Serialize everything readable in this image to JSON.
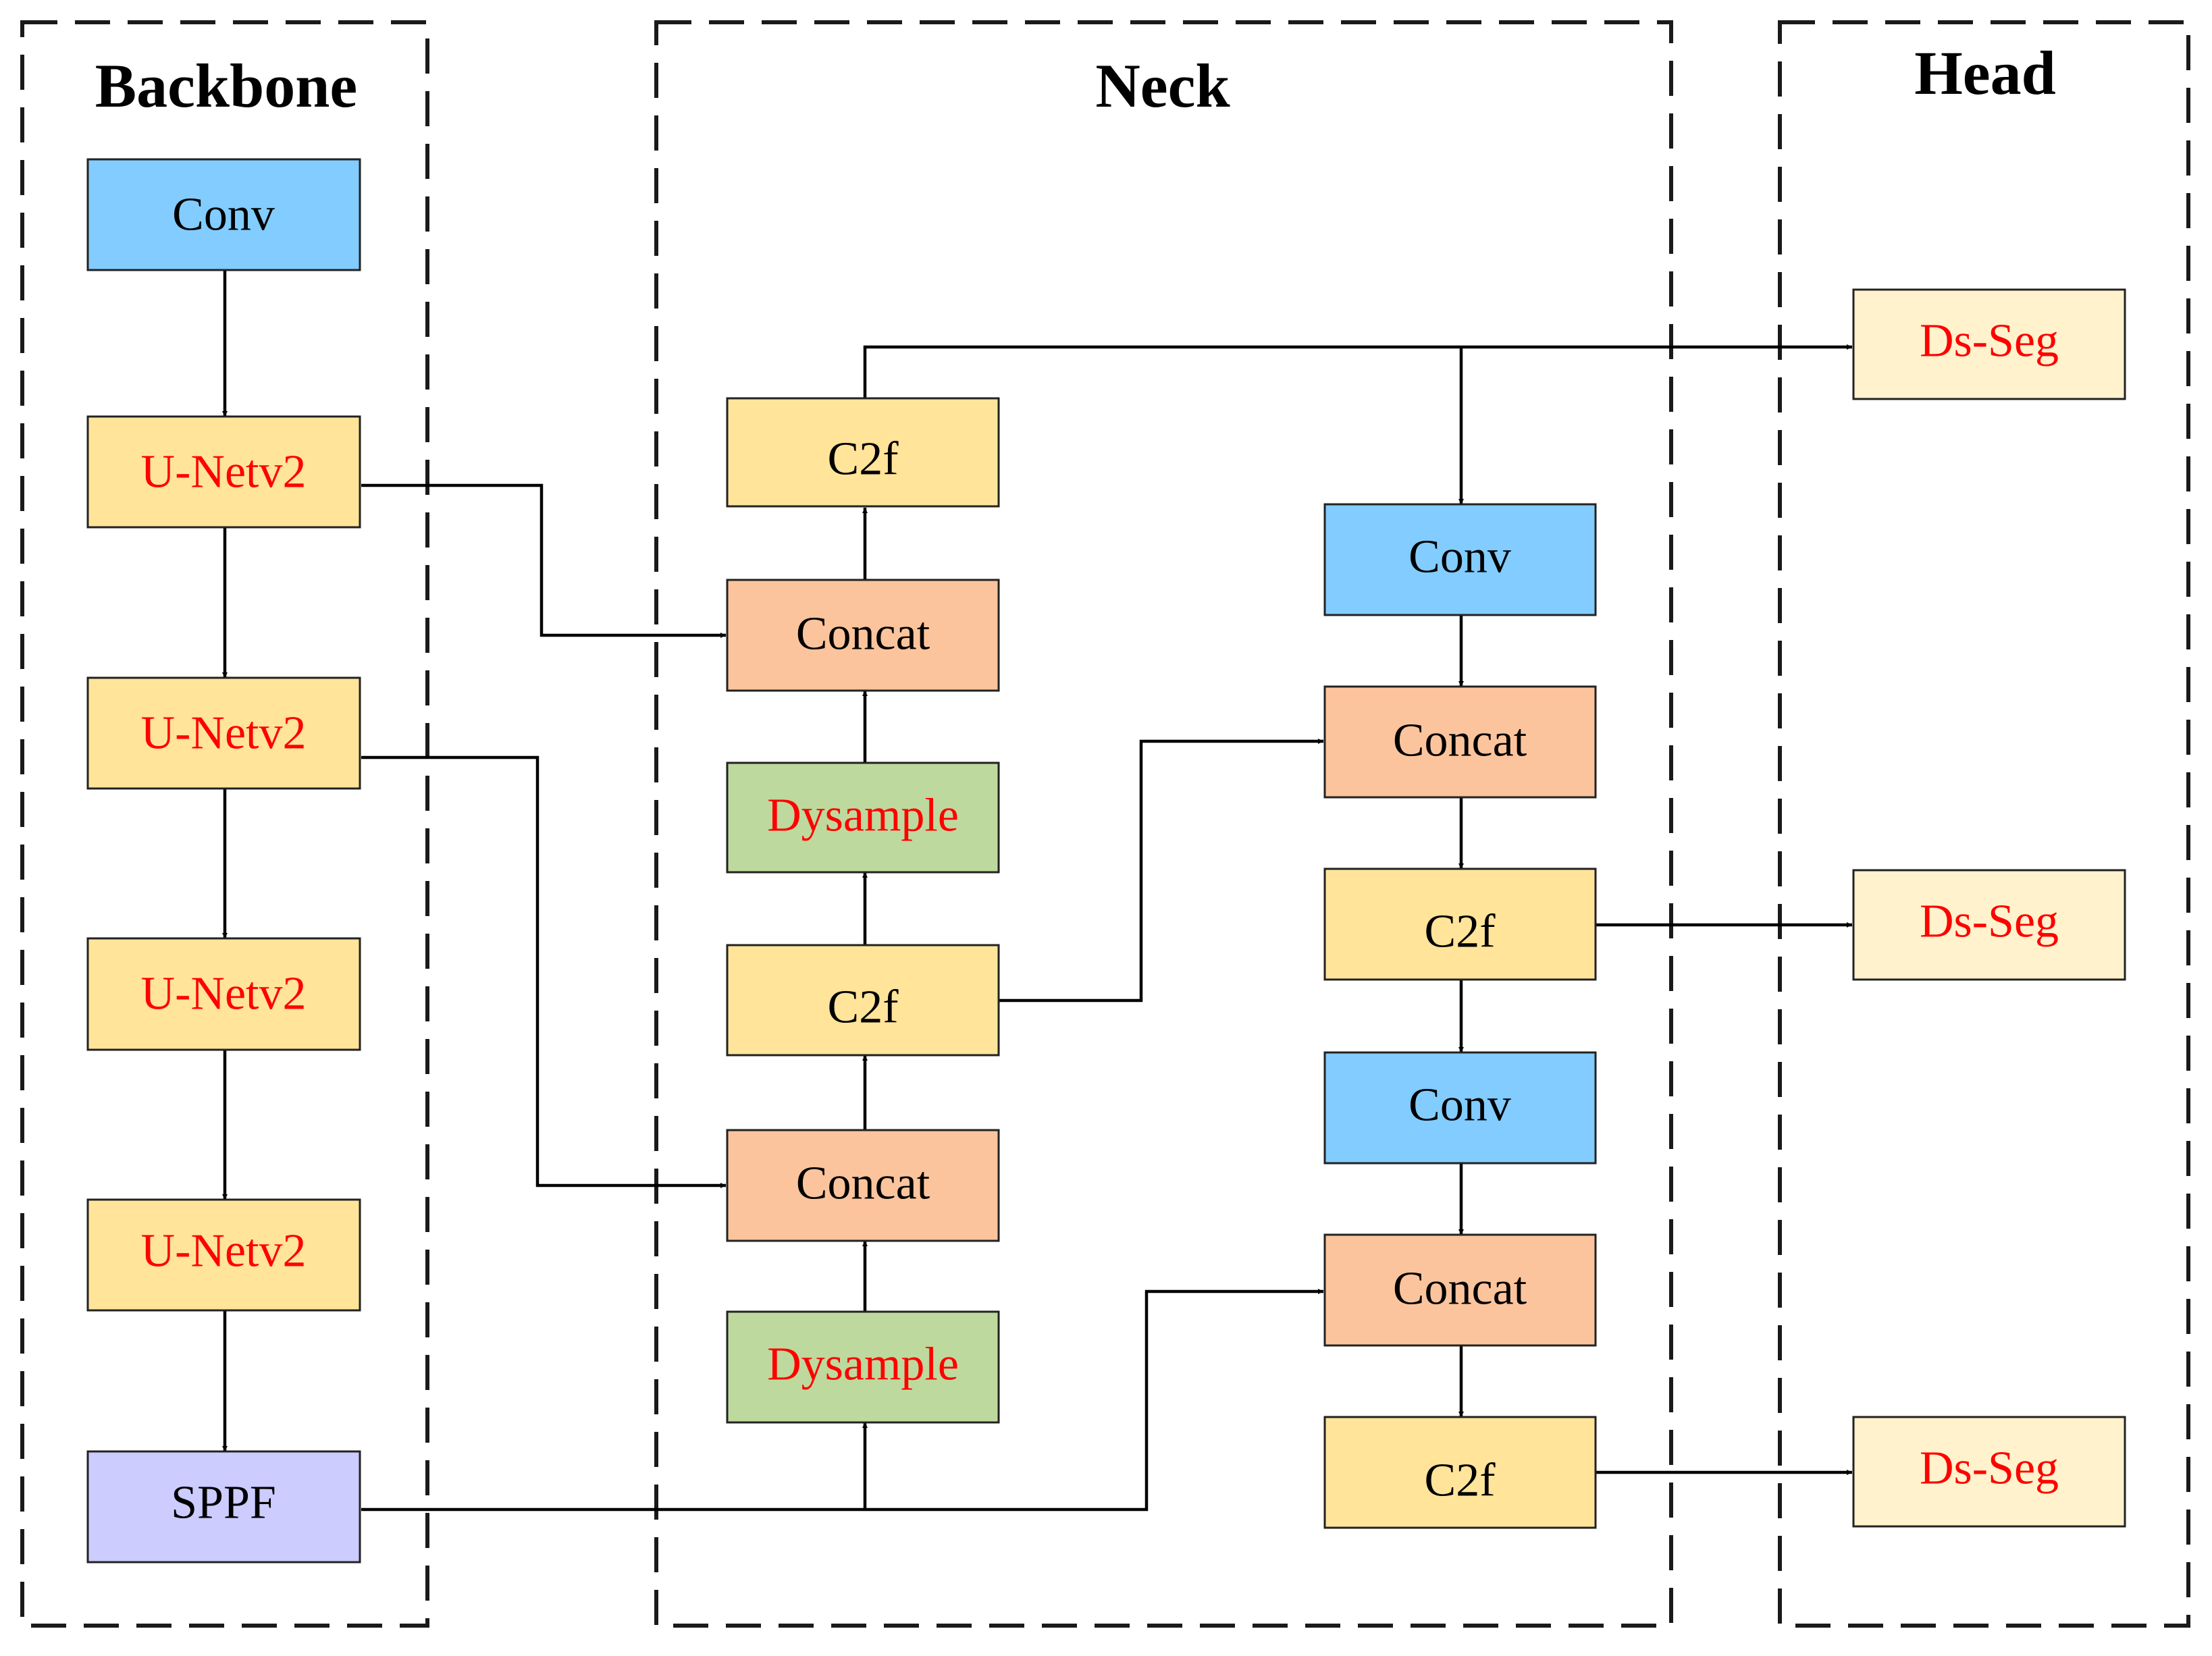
{
  "sections": {
    "backbone": "Backbone",
    "neck": "Neck",
    "head": "Head"
  },
  "colors": {
    "conv": "#82CCFF",
    "unet": "#FFE49A",
    "c2f": "#FFE49A",
    "concat": "#FCC49C",
    "dysample": "#BED99E",
    "sppf": "#CCCCFF",
    "dsseg": "#FFF2CC",
    "text_black": "#000000",
    "text_red": "#FF0000"
  },
  "nodes": {
    "bb_conv": "Conv",
    "bb_unet1": "U-Netv2",
    "bb_unet2": "U-Netv2",
    "bb_unet3": "U-Netv2",
    "bb_unet4": "U-Netv2",
    "bb_sppf": "SPPF",
    "nk_c2f_top": "C2f",
    "nk_concat_upper": "Concat",
    "nk_dysample_upper": "Dysample",
    "nk_c2f_mid": "C2f",
    "nk_concat_lower": "Concat",
    "nk_dysample_lower": "Dysample",
    "nk_conv_1": "Conv",
    "nk_concat_r1": "Concat",
    "nk_c2f_r1": "C2f",
    "nk_conv_2": "Conv",
    "nk_concat_r2": "Concat",
    "nk_c2f_r2": "C2f",
    "hd_seg_1": "Ds-Seg",
    "hd_seg_2": "Ds-Seg",
    "hd_seg_3": "Ds-Seg"
  }
}
